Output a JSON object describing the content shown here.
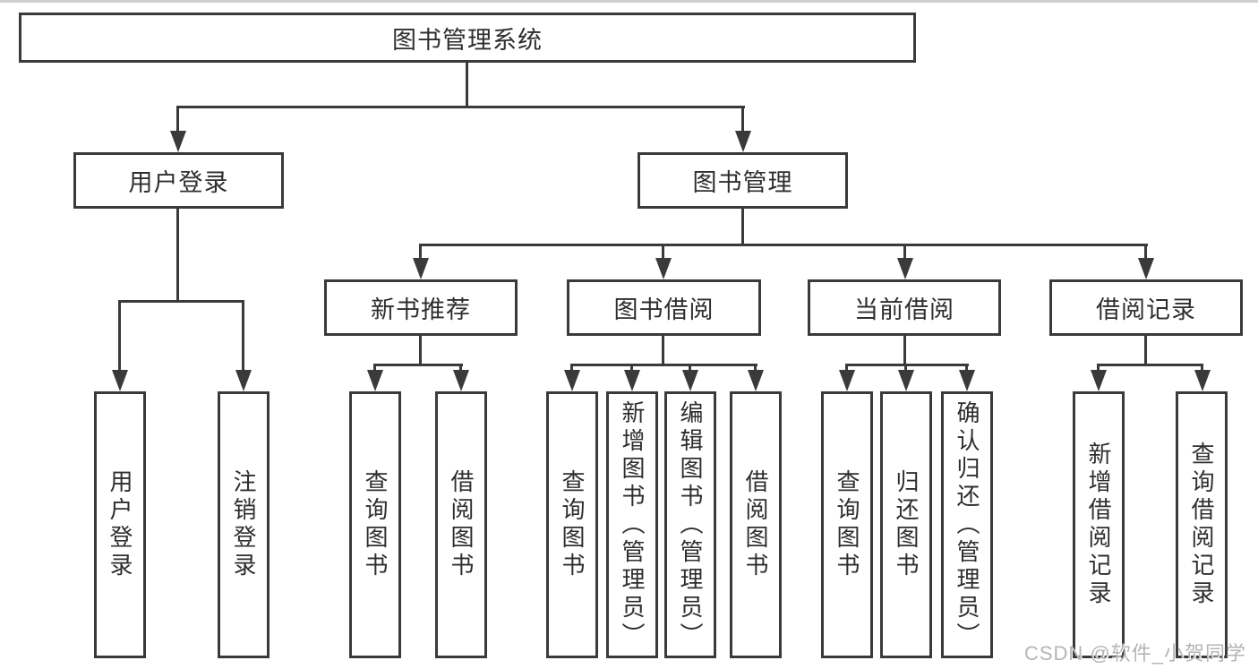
{
  "diagram": {
    "title": "图书管理系统",
    "tree": {
      "label": "图书管理系统",
      "children": [
        {
          "label": "用户登录",
          "children": [
            {
              "label": "用户登录"
            },
            {
              "label": "注销登录"
            }
          ]
        },
        {
          "label": "图书管理",
          "children": [
            {
              "label": "新书推荐",
              "children": [
                {
                  "label": "查询图书"
                },
                {
                  "label": "借阅图书"
                }
              ]
            },
            {
              "label": "图书借阅",
              "children": [
                {
                  "label": "查询图书"
                },
                {
                  "label": "新增图书（管理员）"
                },
                {
                  "label": "编辑图书（管理员）"
                },
                {
                  "label": "借阅图书"
                }
              ]
            },
            {
              "label": "当前借阅",
              "children": [
                {
                  "label": "查询图书"
                },
                {
                  "label": "归还图书"
                },
                {
                  "label": "确认归还（管理员）"
                }
              ]
            },
            {
              "label": "借阅记录",
              "children": [
                {
                  "label": "新增借阅记录"
                },
                {
                  "label": "查询借阅记录"
                }
              ]
            }
          ]
        }
      ]
    }
  },
  "watermark": "CSDN @软件_小贺同学",
  "colors": {
    "line": "#3a3a3a",
    "box_border": "#3a3a3a",
    "text": "#2e2e2e",
    "background": "#ffffff",
    "watermark": "#b5b5b5"
  }
}
